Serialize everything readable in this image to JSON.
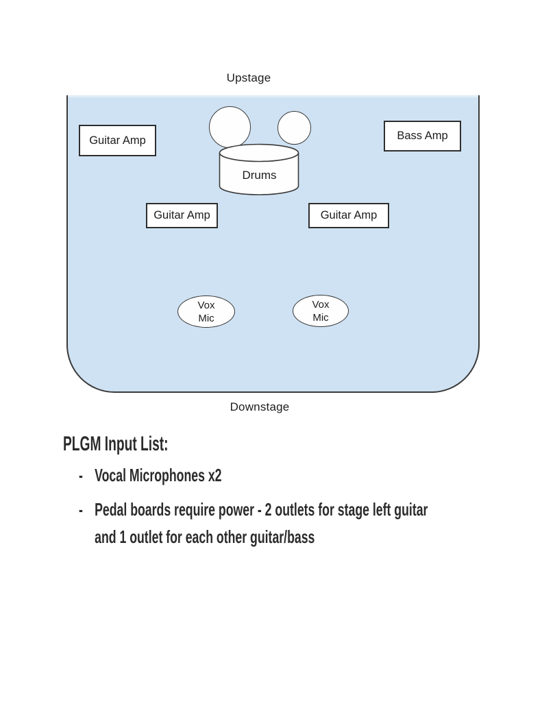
{
  "stage_plot": {
    "upstage_label": "Upstage",
    "downstage_label": "Downstage",
    "amps": {
      "stage_left_guitar": "Guitar Amp",
      "bass": "Bass Amp",
      "mid_left_guitar": "Guitar Amp",
      "mid_right_guitar": "Guitar Amp"
    },
    "drums_label": "Drums",
    "vox_mic_left": "Vox\nMic",
    "vox_mic_right": "Vox\nMic",
    "colors": {
      "stage_fill": "#cfe2f3",
      "outline": "#3a3a3a"
    }
  },
  "notes": {
    "heading": "PLGM Input List:",
    "bullet_char": "-",
    "items": [
      "Vocal Microphones x2",
      "Pedal boards require power - 2 outlets for stage left guitar\nand 1 outlet for each other guitar/bass"
    ]
  }
}
